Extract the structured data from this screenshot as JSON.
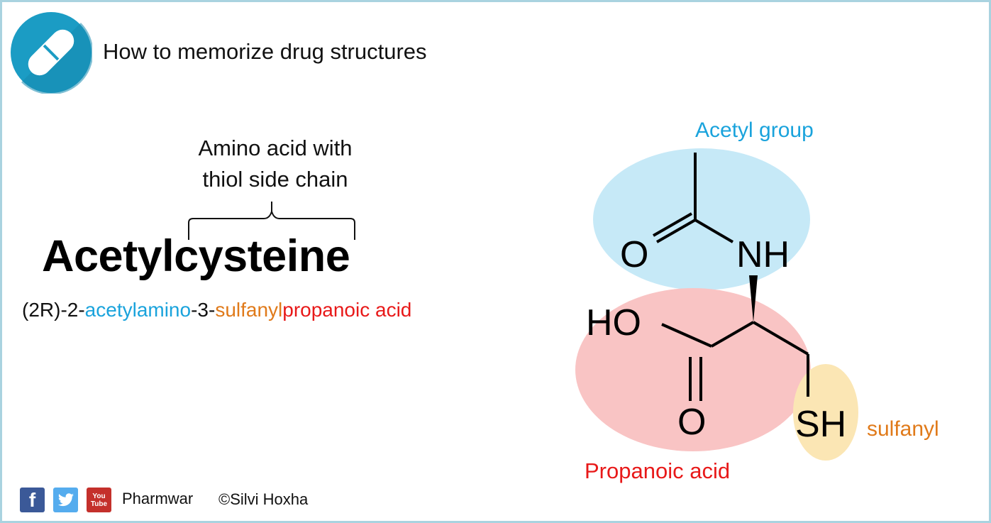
{
  "header": {
    "title": "How to memorize drug structures",
    "logo_icon": "pill-icon"
  },
  "drug": {
    "name": "Acetylcysteine",
    "annotation_line1": "Amino acid with",
    "annotation_line2": "thiol side chain",
    "iupac": {
      "prefix": "(2R)-2-",
      "acetylamino": "acetylamino",
      "mid": "-3-",
      "sulfanyl": "sulfanyl",
      "propanoic": "propanoic acid"
    }
  },
  "structure": {
    "atoms": {
      "o_carbonyl": "O",
      "nh": "NH",
      "ho": "HO",
      "o_acid": "O",
      "sh": "SH"
    },
    "labels": {
      "acetyl": "Acetyl group",
      "sulfanyl": "sulfanyl",
      "propanoic": "Propanoic acid"
    }
  },
  "footer": {
    "brand": "Pharmwar",
    "credit": "©Silvi Hoxha",
    "social_icons": [
      "facebook-icon",
      "twitter-icon",
      "youtube-icon"
    ],
    "youtube_text_1": "You",
    "youtube_text_2": "Tube",
    "facebook_glyph": "f"
  },
  "colors": {
    "border": "#a9d3e0",
    "acetyl_blue": "#1aa3dc",
    "sulfanyl_orange": "#e07a1a",
    "propanoic_red": "#e81919",
    "acetyl_highlight": "#c6e9f7",
    "propanoic_highlight": "#f9c4c4",
    "sulfanyl_highlight": "#fbe6b4",
    "logo_teal": "#1b9cc4"
  }
}
